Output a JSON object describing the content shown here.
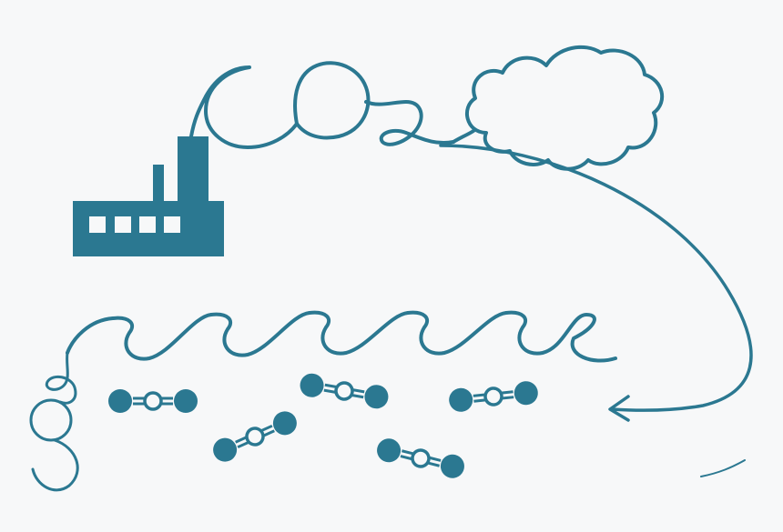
{
  "background_color": "#f7f8f9",
  "ink_color": "#2b7891",
  "factory": {
    "icon": "factory-icon"
  },
  "smoke_text": {
    "icon": "co2-smoke-script",
    "text": "CO2"
  },
  "cloud": {
    "icon": "cloud-icon"
  },
  "arrow": {
    "icon": "curved-arrow-icon"
  },
  "ocean": {
    "icon": "ocean-waves",
    "wave_count": 6
  },
  "molecules": {
    "icon": "co2-molecule-icon",
    "count": 5
  }
}
